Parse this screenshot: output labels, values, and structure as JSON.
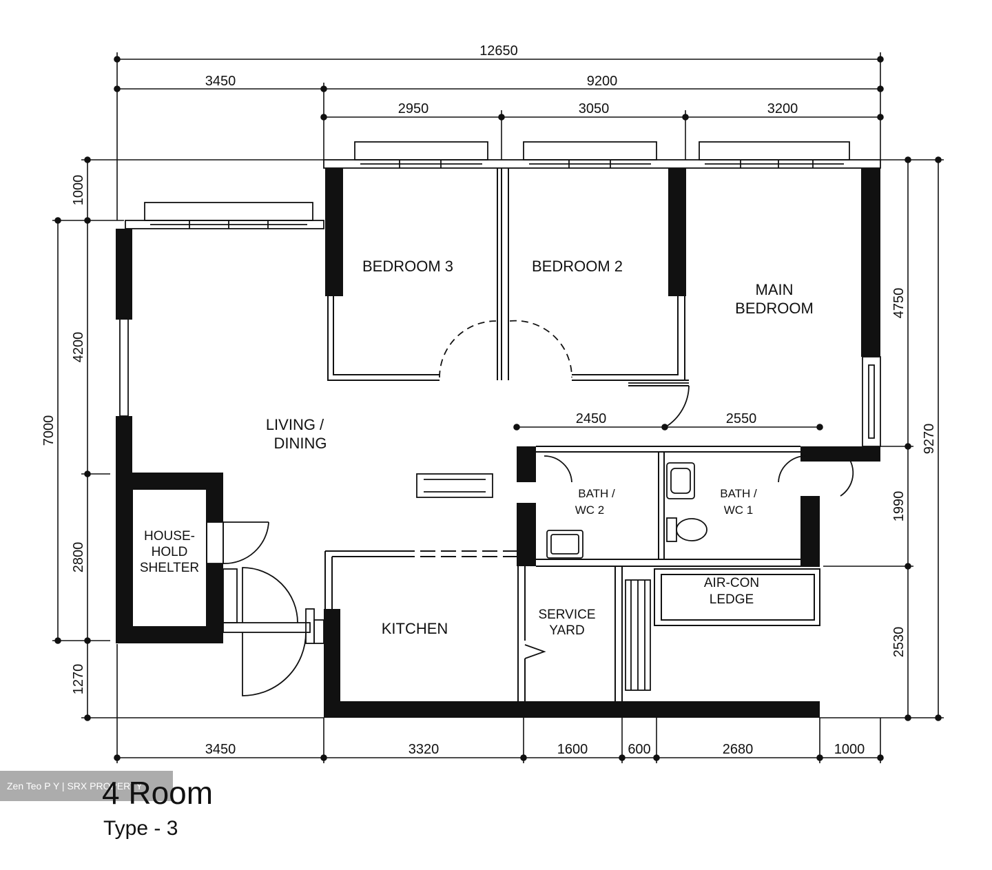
{
  "rooms": {
    "bedroom3": "BEDROOM 3",
    "bedroom2": "BEDROOM 2",
    "main_bedroom_1": "MAIN",
    "main_bedroom_2": "BEDROOM",
    "living_1": "LIVING /",
    "living_2": "DINING",
    "shelter_1": "HOUSE-",
    "shelter_2": "HOLD",
    "shelter_3": "SHELTER",
    "kitchen": "KITCHEN",
    "service_1": "SERVICE",
    "service_2": "YARD",
    "bath2_1": "BATH /",
    "bath2_2": "WC 2",
    "bath1_1": "BATH /",
    "bath1_2": "WC 1",
    "aircon_1": "AIR-CON",
    "aircon_2": "LEDGE"
  },
  "dimensions": {
    "top_total": "12650",
    "top_left": "3450",
    "top_right": "9200",
    "bed3_width": "2950",
    "bed2_width": "3050",
    "main_width": "3200",
    "bath2_width": "2450",
    "bath1_width": "2550",
    "left_1000": "1000",
    "left_4200": "4200",
    "left_7000": "7000",
    "left_2800": "2800",
    "left_1270": "1270",
    "right_4750": "4750",
    "right_9270": "9270",
    "right_1990": "1990",
    "right_2530": "2530",
    "bottom_3450": "3450",
    "bottom_3320": "3320",
    "bottom_1600": "1600",
    "bottom_600": "600",
    "bottom_2680": "2680",
    "bottom_1000": "1000"
  },
  "title": "4 Room",
  "subtitle": "Type - 3",
  "watermark": "Zen Teo P Y | SRX PROPERTY"
}
